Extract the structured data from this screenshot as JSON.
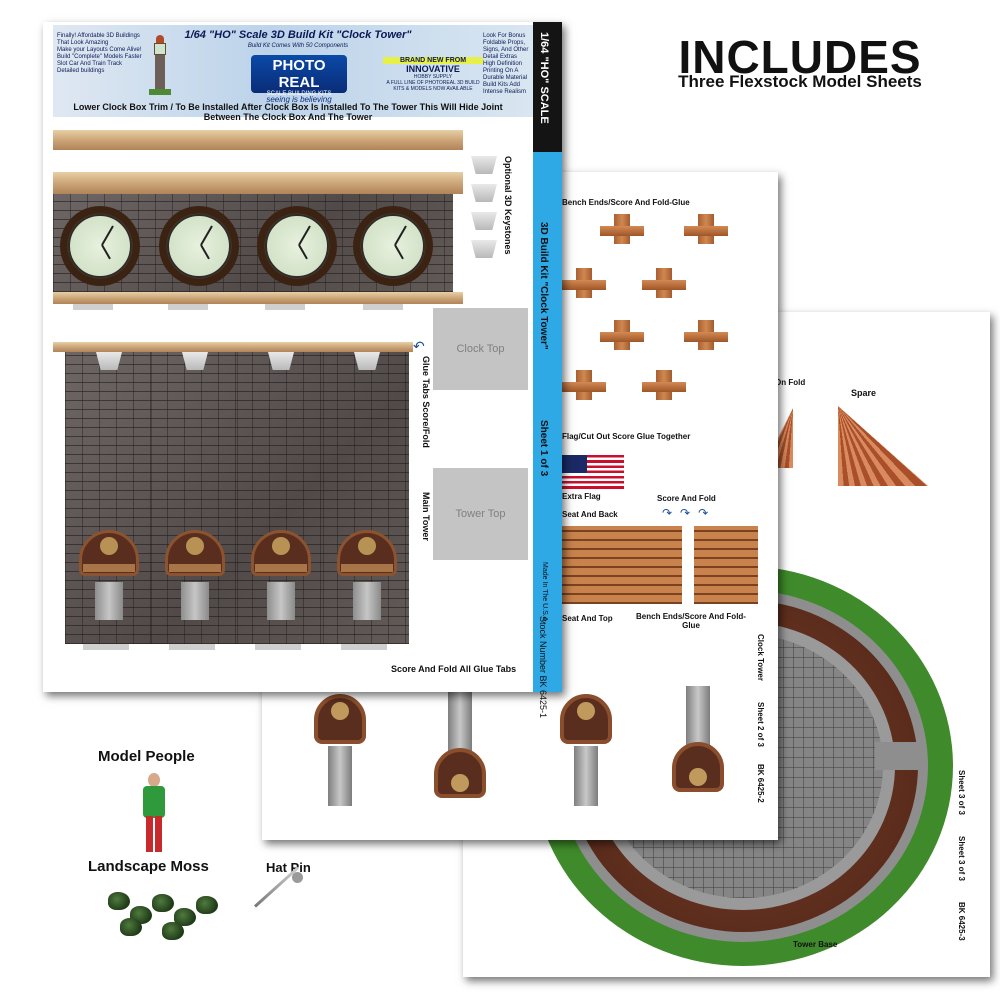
{
  "header": {
    "title": "INCLUDES",
    "subtitle": "Three Flexstock Model Sheets"
  },
  "sheet1": {
    "banner_title": "1/64 \"HO\" Scale 3D Build Kit \"Clock Tower\"",
    "banner_components": "Build Kit Comes With 50 Components",
    "brand": "PHOTO REAL",
    "brand_sub": "SCALE BUILDING KITS",
    "brand_tag": "seeing is believing",
    "badge": "BRAND NEW FROM",
    "maker": "INNOVATIVE",
    "maker_sub": "HOBBY SUPPLY",
    "maker_note": "A FULL LINE OF PHOTOREAL 3D BUILD KITS & MODELS NOW AVAILABLE",
    "features_left": [
      "Finally! Affordable 3D Buildings That Look Amazing",
      "Make your Layouts Come Alive!",
      "Build \"Complete\" Models Faster",
      "Slot Car And Train Track Detailed buildings"
    ],
    "features_right": [
      "Look For Bonus Foldable Props, Signs, And Other Detail Extras",
      "High Definition Printing On A Durable Material",
      "Build Kits Add Intense Realism"
    ],
    "scale_tab": "1/64 \"HO\" SCALE",
    "kit_tab": "3D Build Kit \"Clock Tower\"",
    "sheet_tab": "Sheet 1 of 3",
    "stock_tab": "Stock Number BK 6425-1",
    "made_tab": "Made In The U.S.A.",
    "note": "Lower Clock Box Trim / To Be Installed After Clock Box Is Installed To The Tower This Will Hide Joint Between The Clock Box And The Tower",
    "keystones_label": "Optional 3D Keystones",
    "clock_top": "Clock Top",
    "glue_tabs": "Glue Tabs Score/Fold",
    "tower_top": "Tower Top",
    "main_tower": "Main Tower",
    "score_fold": "Score And Fold All Glue Tabs"
  },
  "sheet2": {
    "bench_ends_top": "Bench Ends/Score And Fold-Glue",
    "flag_label": "Flag/Cut Out Score Glue Together",
    "extra_flag": "Extra Flag",
    "seat_back": "Seat And Back",
    "score_and_fold": "Score And Fold",
    "seat_top": "Seat And Top",
    "bench_ends_bottom": "Bench Ends/Score And Fold-Glue",
    "side_title": "Clock Tower",
    "side_sheet": "Sheet 2 of 3",
    "side_stock": "BK 6425-2"
  },
  "sheet3": {
    "fold_partial": "On Fold",
    "spare": "Spare",
    "side_sheet_a": "Sheet 3 of 3",
    "side_sheet_b": "Sheet 3 of 3",
    "side_stock": "BK 6425-3",
    "base_label": "Tower Base"
  },
  "extras": {
    "people": "Model People",
    "moss": "Landscape Moss",
    "pin": "Hat Pin"
  },
  "colors": {
    "accent_blue": "#2fa8e6",
    "brick": "#5d5654",
    "grass": "#3f8a2a",
    "wood": "#c9824b"
  }
}
